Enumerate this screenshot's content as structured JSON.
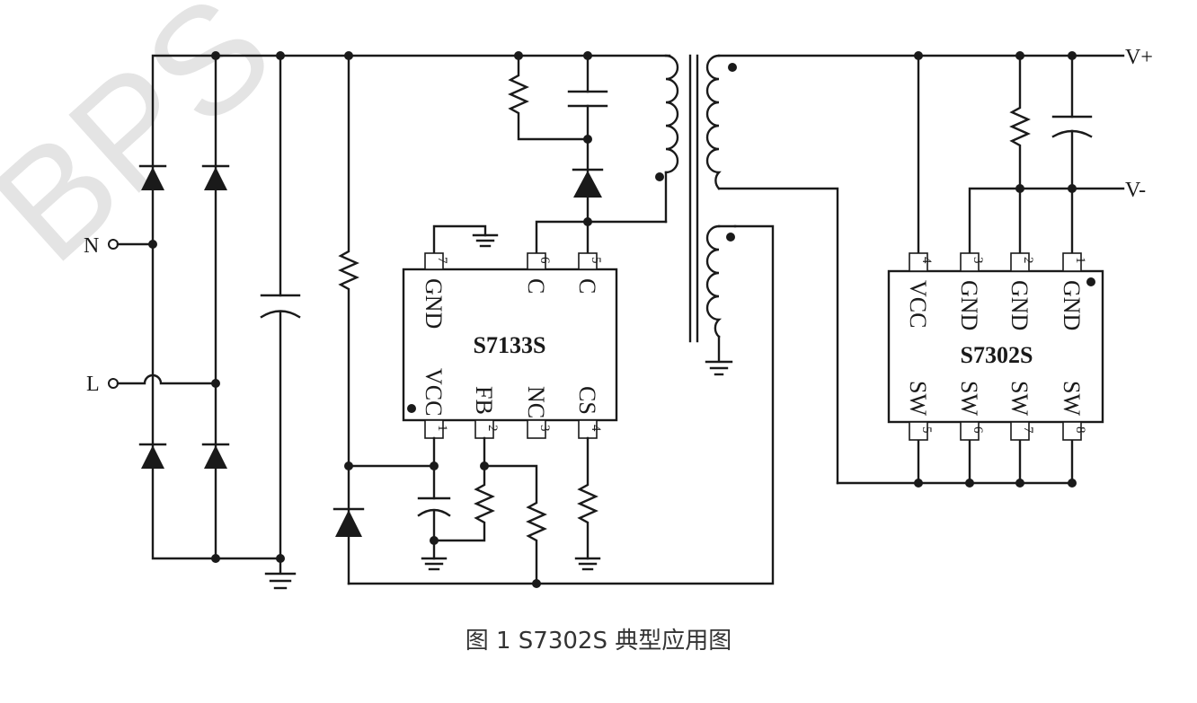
{
  "terminals": {
    "n": "N",
    "l": "L",
    "vplus": "V+",
    "vminus": "V-"
  },
  "watermark": "BPS",
  "chip1": {
    "name": "S7133S",
    "top_pins": [
      {
        "num": "7",
        "name": "GND"
      },
      {
        "num": "6",
        "name": "C"
      },
      {
        "num": "5",
        "name": "C"
      }
    ],
    "bottom_pins": [
      {
        "num": "1",
        "name": "VCC"
      },
      {
        "num": "2",
        "name": "FB"
      },
      {
        "num": "3",
        "name": "NC"
      },
      {
        "num": "4",
        "name": "CS"
      }
    ]
  },
  "chip2": {
    "name": "S7302S",
    "top_pins": [
      {
        "num": "4",
        "name": "VCC"
      },
      {
        "num": "3",
        "name": "GND"
      },
      {
        "num": "2",
        "name": "GND"
      },
      {
        "num": "1",
        "name": "GND"
      }
    ],
    "bottom_pins": [
      {
        "num": "5",
        "name": "SW"
      },
      {
        "num": "6",
        "name": "SW"
      },
      {
        "num": "7",
        "name": "SW"
      },
      {
        "num": "8",
        "name": "SW"
      }
    ]
  },
  "caption": "图 1 S7302S 典型应用图"
}
